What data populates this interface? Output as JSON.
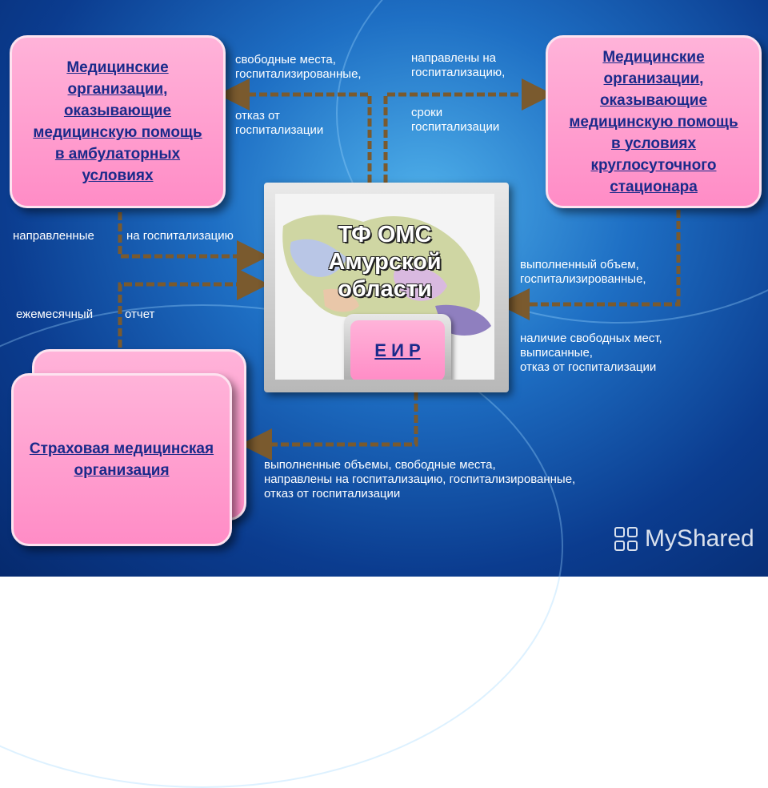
{
  "boxes": {
    "ambulatory": "Медицинские организации, оказывающие медицинскую помощь в амбулаторных условиях",
    "hospital": "Медицинские организации, оказывающие медицинскую помощь в условиях круглосуточного стационара",
    "insurance": "Страховая медицинская организация"
  },
  "center": {
    "title": "ТФ ОМС\nАмурской\nобласти",
    "eir": "Е И Р"
  },
  "labels": {
    "top_left": "свободные места,\nгоспитализированные,",
    "top_left_2": "отказ от\nгоспитализации",
    "top_right": "направлены на\nгоспитализацию,",
    "top_right_2": "сроки\nгоспитализации",
    "left_upper_a": "направленные",
    "left_upper_b": "на госпитализацию",
    "left_lower_a": "ежемесячный",
    "left_lower_b": "отчет",
    "right_upper": "выполненный объем,\nгоспитализированные,",
    "right_lower": "наличие свободных мест,\nвыписанные,\nотказ от госпитализации",
    "bottom": "выполненные объемы, свободные места,\nнаправлены на госпитализацию, госпитализированные,\nотказ от госпитализации"
  },
  "watermark": "MyShared",
  "colors": {
    "arrow": "#7a5a2e",
    "box_fill": "#ff99cc",
    "box_text": "#1a2a8a"
  }
}
